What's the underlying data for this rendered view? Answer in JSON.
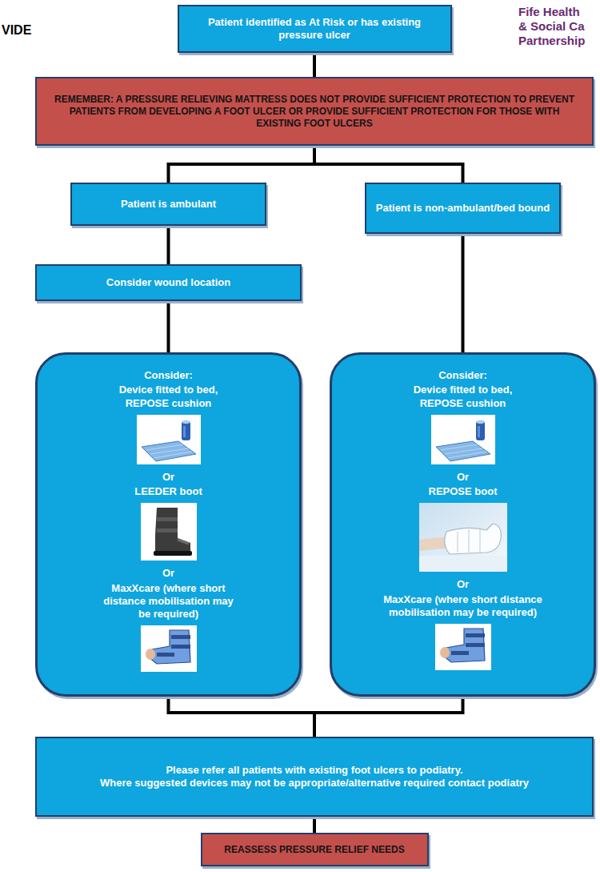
{
  "diagram": {
    "nodes": [
      {
        "text": [
          "Patient identified as At Risk or has existing pressure ulcer"
        ]
      },
      {
        "text": [
          "REMEMBER: A PRESSURE RELIEVING MATTRESS DOES NOT PROVIDE SUFFICIENT PROTECTION TO PREVENT PATIENTS FROM DEVELOPING A FOOT ULCER OR PROVIDE SUFFICIENT PROTECTION FOR THOSE WITH EXISTING FOOT ULCERS"
        ]
      },
      {
        "text": [
          "Patient is ambulant"
        ]
      },
      {
        "text": [
          "Patient is non-ambulant/bed bound"
        ]
      },
      {
        "text": [
          "Consider wound location"
        ]
      },
      {
        "text": [
          "Consider:",
          "Device fitted to bed, REPOSE cushion",
          "Or",
          "LEEDER boot",
          "Or",
          "MaxXcare (where short distance mobilisation may be required)"
        ]
      },
      {
        "text": [
          "Consider:",
          "Device fitted to bed, REPOSE cushion",
          "Or",
          "REPOSE boot",
          "Or",
          "MaxXcare (where short distance mobilisation may be required)"
        ]
      },
      {
        "text": [
          "Please refer all patients with existing foot ulcers to podiatry.",
          "Where suggested devices may not be appropriate/alternative required contact podiatry"
        ]
      },
      {
        "text": [
          "REASSESS PRESSURE RELIEF NEEDS"
        ]
      }
    ],
    "edges": [
      {
        "from": 0,
        "to": 1,
        "arrow": "none"
      },
      {
        "from": 1,
        "to": 2,
        "arrow": "none"
      },
      {
        "from": 1,
        "to": 3,
        "arrow": "none"
      },
      {
        "from": 2,
        "to": 4,
        "arrow": "none"
      },
      {
        "from": 4,
        "to": 5,
        "arrow": "none"
      },
      {
        "from": 3,
        "to": 6,
        "arrow": "none"
      },
      {
        "from": 5,
        "to": 7,
        "arrow": "none"
      },
      {
        "from": 6,
        "to": 7,
        "arrow": "none"
      },
      {
        "from": 7,
        "to": 8,
        "arrow": "none"
      }
    ],
    "labels": [
      "VIDE",
      "Fife Health",
      "& Social Ca",
      "Partnership"
    ]
  }
}
